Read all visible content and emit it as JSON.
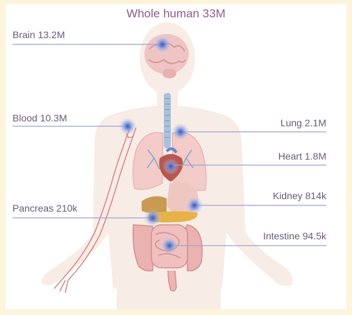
{
  "title": "Whole human 33M",
  "labels": {
    "brain": "Brain 13.2M",
    "blood": "Blood 10.3M",
    "pancreas": "Pancreas 210k",
    "lung": "Lung 2.1M",
    "heart": "Heart 1.8M",
    "kidney": "Kidney 814k",
    "intestine": "Intestine 94.5k"
  },
  "colors": {
    "background": "#fdf4dc",
    "body": "#f8ece6",
    "label_text": "#6b5a78",
    "title_text": "#8c5b8e",
    "leader_line": "#9aa5d4",
    "marker": "#3d62c2"
  }
}
